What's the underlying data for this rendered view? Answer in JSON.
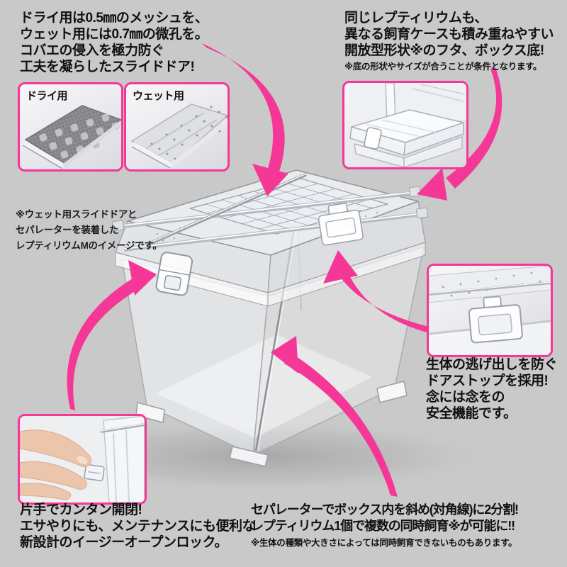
{
  "colors": {
    "background": "#c9c9c9",
    "accent": "#f53897",
    "text": "#111111"
  },
  "sections": {
    "slide_door": {
      "heading_lines": [
        "ドライ用は0.5㎜のメッシュを、",
        "ウェット用には0.7㎜の微孔を。",
        "コバエの侵入を極力防ぐ",
        "工夫を凝らしたスライドドア!"
      ],
      "photo_labels": {
        "dry": "ドライ用",
        "wet": "ウェット用"
      }
    },
    "stackable": {
      "heading_lines": [
        "同じレプティリウムも、",
        "異なる飼育ケースも積み重ねやすい",
        "開放型形状※のフタ、ボックス底!"
      ],
      "note": "※底の形状やサイズが合うことが条件となります。"
    },
    "image_caption": {
      "lines": [
        "※ウェット用スライドドアと",
        "セパレーターを装着した",
        "レプティリウムMのイメージです。"
      ]
    },
    "door_stop": {
      "heading_lines": [
        "生体の逃げ出しを防ぐ",
        "ドアストップを採用!",
        "念には念をの",
        "安全機能です。"
      ]
    },
    "easy_lock": {
      "heading_lines": [
        "片手でカンタン開閉!",
        "エサやりにも、メンテナンスにも便利な",
        "新設計のイージーオープンロック。"
      ]
    },
    "separator": {
      "heading_lines": [
        "セパレーターでボックス内を斜め(対角線)に2分割!",
        "レプティリウム1個で複数の同時飼育※が可能に!!"
      ],
      "note": "※生体の種類や大きさによっては同時飼育できないものもあります。"
    }
  }
}
